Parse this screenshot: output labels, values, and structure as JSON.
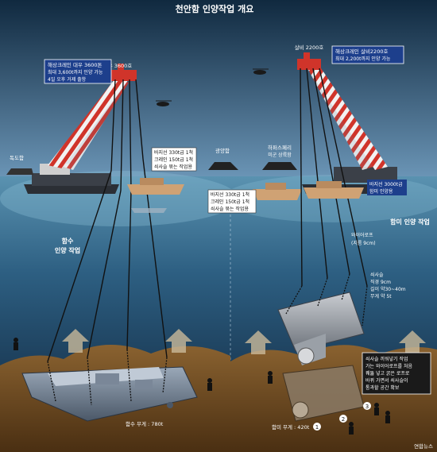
{
  "title": "천안함 인양작업 개요",
  "left": {
    "crane_box": {
      "line1": "해상크레인 대우 3600톤",
      "line2": "최대 3,600t까지 인양 가능",
      "line3": "4일 오후 거제 출항"
    },
    "crane_name": "대우 3600호",
    "island": "독도함",
    "barge_box": {
      "line1": "바지선 330t급 1척",
      "line2": "크레인 150t급 1척",
      "line3": "쇠사슬 묶는 작업용"
    },
    "section_label_1": "함수",
    "section_label_2": "인양 작업",
    "weight": "함수 무게 : 780t"
  },
  "center": {
    "ship1": "광양함",
    "ship2": "하퍼스페리",
    "ship2_sub": "미군 상륙함",
    "barge_box": {
      "line1": "바지선 330t급 1척",
      "line2": "크레인 150t급 1척",
      "line3": "쇠사슬 묶는 작업용"
    }
  },
  "right": {
    "crane_name": "살비 2200호",
    "crane_box": {
      "line1": "해상크레인 살비2200호",
      "line2": "최대 2,200t까지 인양 가능"
    },
    "barge_label": "바지선 3000t급",
    "barge_label2": "함미 인양용",
    "section_label": "함미 인양 작업",
    "wire_label": "와이어로프",
    "wire_sub": "(지름 9cm)",
    "chain_1": "쇠사슬",
    "chain_2": "직경 9cm",
    "chain_3": "길이 약30~40m",
    "chain_4": "무게 약 5t",
    "info_box": {
      "line1": "쇠사슬 끼워넣기 작업",
      "line2": "가는 와이어로프를 처음",
      "line3": "꿰뚫 넣고 굵은 로프로",
      "line4": "바뀌 가면서 쇠사슬이",
      "line5": "통과할 공간 확보"
    },
    "weight": "함미 무게 : 420t",
    "step_1": "1",
    "step_2": "2",
    "step_3": "3"
  },
  "credit": "연합뉴스",
  "colors": {
    "sky_top": "#0e2a44",
    "sky_bottom": "#5c89ad",
    "sea_top": "#4d86a6",
    "sea_bottom": "#0b1e33",
    "seabed": "#6e4a22",
    "crane_red": "#d0342a",
    "label_blue": "#1d3f8c",
    "label_white": "#ffffff"
  }
}
